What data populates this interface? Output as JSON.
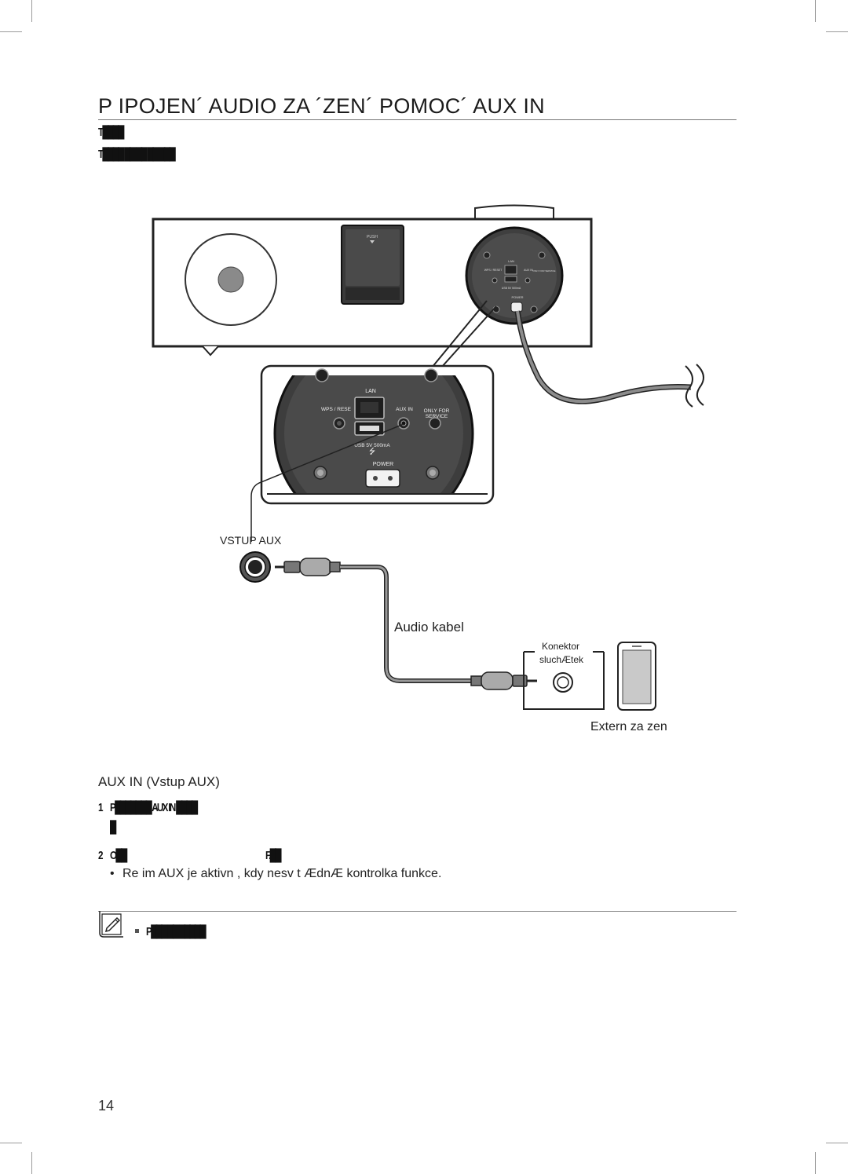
{
  "page": {
    "title": "P IPOJEN´ AUDIO ZA ´ZEN´ POMOC´ AUX IN",
    "intro_line1": "T████",
    "intro_line2": "T████ ██ ██ ██ ███",
    "page_number": "14"
  },
  "diagram": {
    "top_push_label": "PUSH",
    "small_panel": {
      "lan": "LAN",
      "wps_reset": "WPS / RESET",
      "aux_in": "AUX IN",
      "only_for_service": "ONLY FOR SERVICE",
      "usb": "USB 5V 500mA",
      "power": "POWER"
    },
    "zoom_panel": {
      "lan": "LAN",
      "wps_reset": "WPS / RESE",
      "aux_in": "AUX IN",
      "only_for": "ONLY FOR",
      "service": "SERVICE",
      "usb": "USB 5V 500mA",
      "power": "POWER"
    },
    "aux_input_label": "VSTUP AUX",
    "cable_label": "Audio kabel",
    "headphone_label_1": "Konektor",
    "headphone_label_2": "sluchÆtek",
    "external_device_label": "Extern  za  zen"
  },
  "steps": {
    "section_label": "AUX IN (Vstup AUX)",
    "step1_number": "1",
    "step1_text": "P███████ AUX IN ████",
    "step1_cont": "█",
    "step2_number": "2",
    "step2_text": "O██",
    "step2_text_b": "F.██",
    "bullet_text": "Re im AUX je aktivn , kdy  nesv t  ÆdnÆ kontrolka funkce.",
    "note_text": "P███ ██ █████"
  },
  "colors": {
    "rule": "#777777",
    "device_dark": "#3a3a3a",
    "cable_gray": "#8c8c8c"
  }
}
